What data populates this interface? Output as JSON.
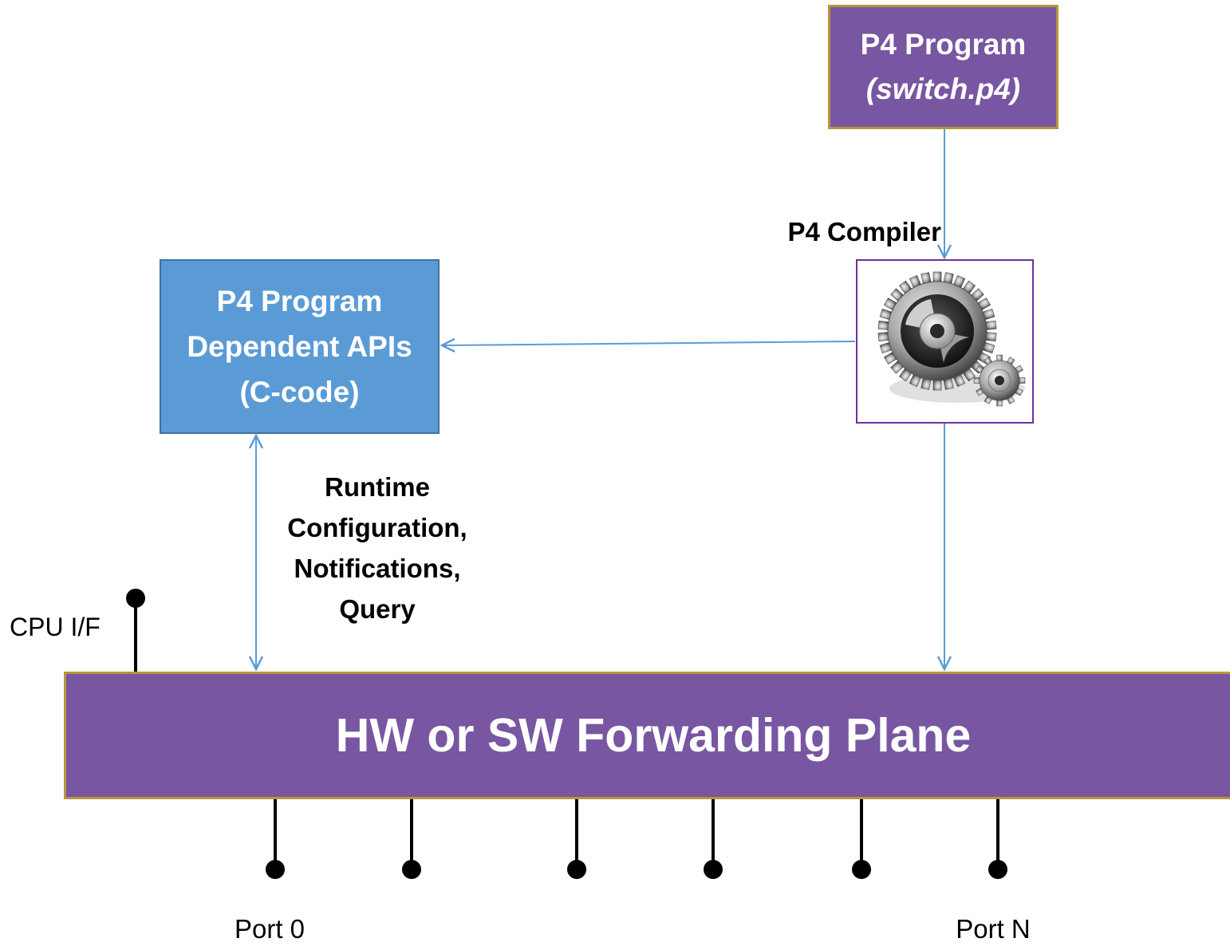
{
  "p4_program": {
    "title": "P4 Program",
    "filename": "(switch.p4)"
  },
  "compiler": {
    "label": "P4 Compiler",
    "icon": "gears-icon"
  },
  "apis": {
    "lines": [
      "P4 Program",
      "Dependent APIs",
      "(C-code)"
    ]
  },
  "runtime": {
    "lines": [
      "Runtime",
      "Configuration,",
      "Notifications,",
      "Query"
    ]
  },
  "forwarding_plane": {
    "title": "HW or SW Forwarding Plane"
  },
  "cpu_interface": {
    "label": "CPU I/F"
  },
  "ports": {
    "first": "Port 0",
    "last": "Port N"
  },
  "colors": {
    "purple_fill": "#7856a2",
    "gold_border": "#b8963a",
    "blue_fill": "#5b9bd5",
    "arrow": "#5b9bd5"
  }
}
